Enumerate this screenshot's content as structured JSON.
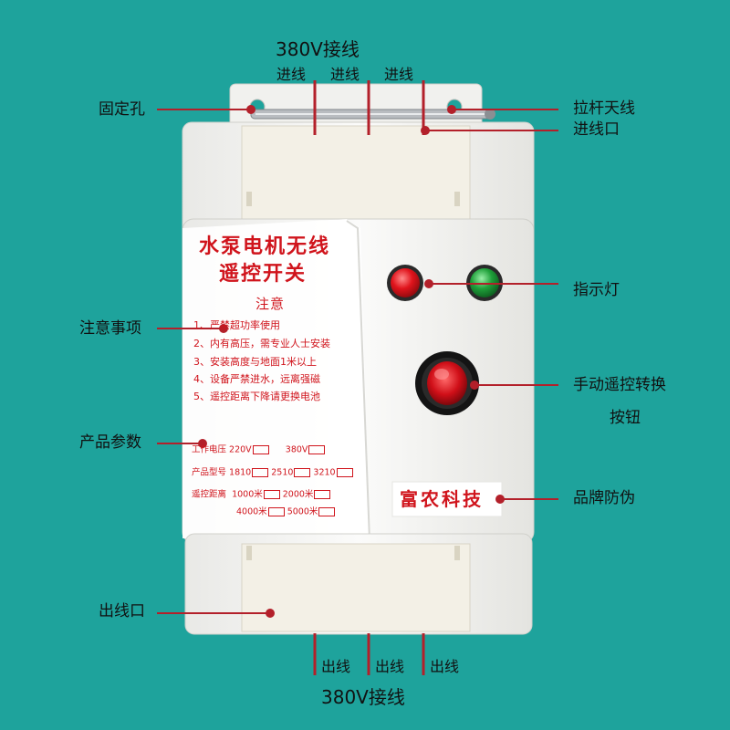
{
  "top": {
    "title": "380V接线",
    "inlet_labels": [
      "进线",
      "进线",
      "进线"
    ]
  },
  "bottom": {
    "title": "380V接线",
    "outlet_labels": [
      "出线",
      "出线",
      "出线"
    ]
  },
  "callouts": {
    "mounting_hole": "固定孔",
    "antenna": "拉杆天线",
    "inlet_port": "进线口",
    "indicator": "指示灯",
    "notes": "注意事项",
    "manual_switch_line1": "手动遥控转换",
    "manual_switch_line2": "按钮",
    "params": "产品参数",
    "anti_counterfeit": "品牌防伪",
    "outlet_port": "出线口"
  },
  "panel": {
    "title_line1": "水泵电机无线",
    "title_line2": "遥控开关",
    "notice_heading": "注意",
    "notices": [
      "1、严禁超功率使用",
      "2、内有高压，需专业人士安装",
      "3、安装高度与地面1米以上",
      "4、设备严禁进水，远离强磁",
      "5、遥控距离下降请更换电池"
    ],
    "specs": {
      "voltage_label": "工作电压",
      "voltage_options": [
        "220V",
        "380V"
      ],
      "model_label": "产品型号",
      "model_options": [
        "1810",
        "2510",
        "3210"
      ],
      "range_label": "遥控距离",
      "range_options": [
        "1000米",
        "2000米",
        "4000米",
        "5000米"
      ]
    },
    "brand": "富农科技"
  },
  "colors": {
    "background": "#1ea39c",
    "device_body": "#f4f4f2",
    "label_red": "#d0141c",
    "indicator_red": "#e0141c",
    "indicator_green": "#1fa03a",
    "callout_line": "#b3202a"
  }
}
